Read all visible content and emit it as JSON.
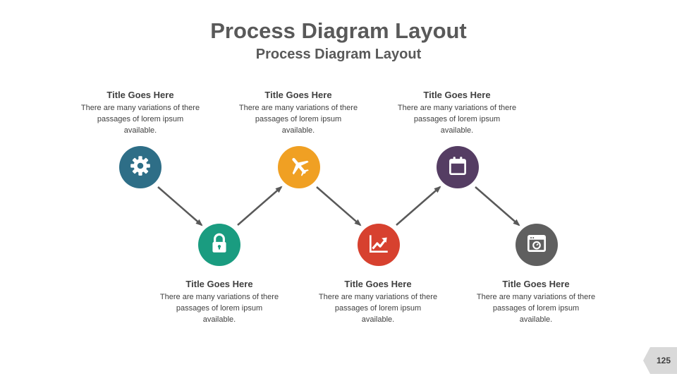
{
  "title": "Process Diagram Layout",
  "subtitle": "Process Diagram Layout",
  "steps": [
    {
      "title": "Title Goes Here",
      "desc": "There are many variations of there passages of lorem ipsum available.",
      "color": "#2E6E87",
      "icon": "gear-icon"
    },
    {
      "title": "Title Goes Here",
      "desc": "There are many variations of there passages of lorem ipsum available.",
      "color": "#1A9C80",
      "icon": "lock-icon"
    },
    {
      "title": "Title Goes Here",
      "desc": "There are many variations of there passages of lorem ipsum available.",
      "color": "#F0A023",
      "icon": "airplane-icon"
    },
    {
      "title": "Title Goes Here",
      "desc": "There are many variations of there passages of lorem ipsum available.",
      "color": "#D7412F",
      "icon": "chart-trend-icon"
    },
    {
      "title": "Title Goes Here",
      "desc": "There are many variations of there passages of lorem ipsum available.",
      "color": "#553D63",
      "icon": "calendar-icon"
    },
    {
      "title": "Title Goes Here",
      "desc": "There are many variations of there passages of lorem ipsum available.",
      "color": "#5F5F5F",
      "icon": "browser-window-icon"
    }
  ],
  "connector_color": "#595959",
  "page_number": "125",
  "page_badge_color": "#D9D9D9"
}
